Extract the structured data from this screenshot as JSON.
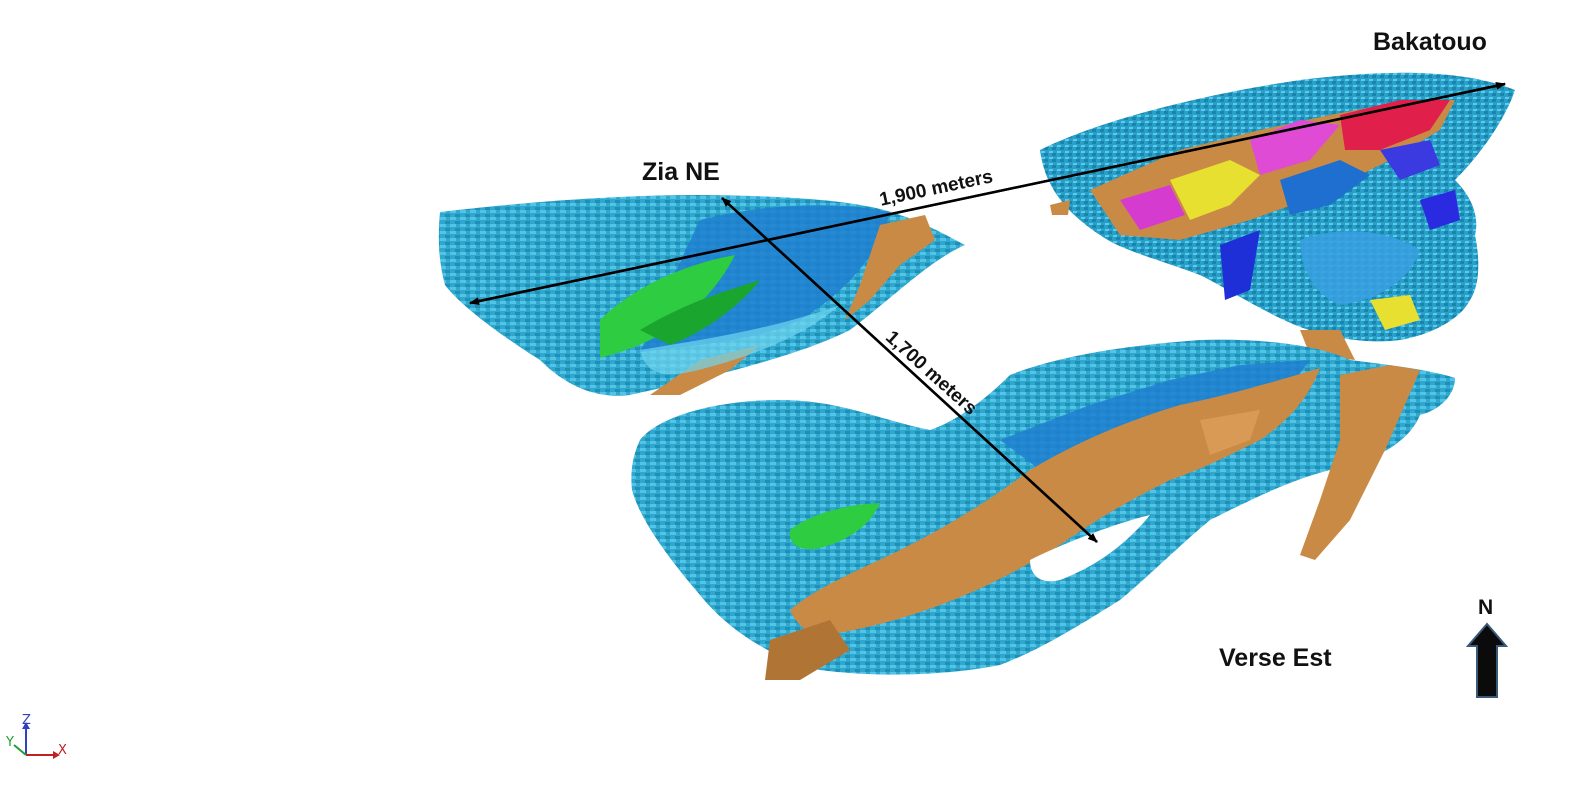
{
  "labels": {
    "zia_ne": "Zia NE",
    "bakatouo": "Bakatouo",
    "verse_est": "Verse Est"
  },
  "distances": {
    "d1": "1,900 meters",
    "d2": "1,700 meters"
  },
  "north": "N",
  "axes": {
    "x": "X",
    "y": "Y",
    "z": "Z"
  },
  "colors": {
    "blocks": "#2fa8cf",
    "blocks_dark": "#1a7ea0",
    "ore_brown": "#c98a45",
    "ore_green": "#2ecc40",
    "ore_blue": "#1e6fd0",
    "arrow": "#0d1b2a"
  }
}
